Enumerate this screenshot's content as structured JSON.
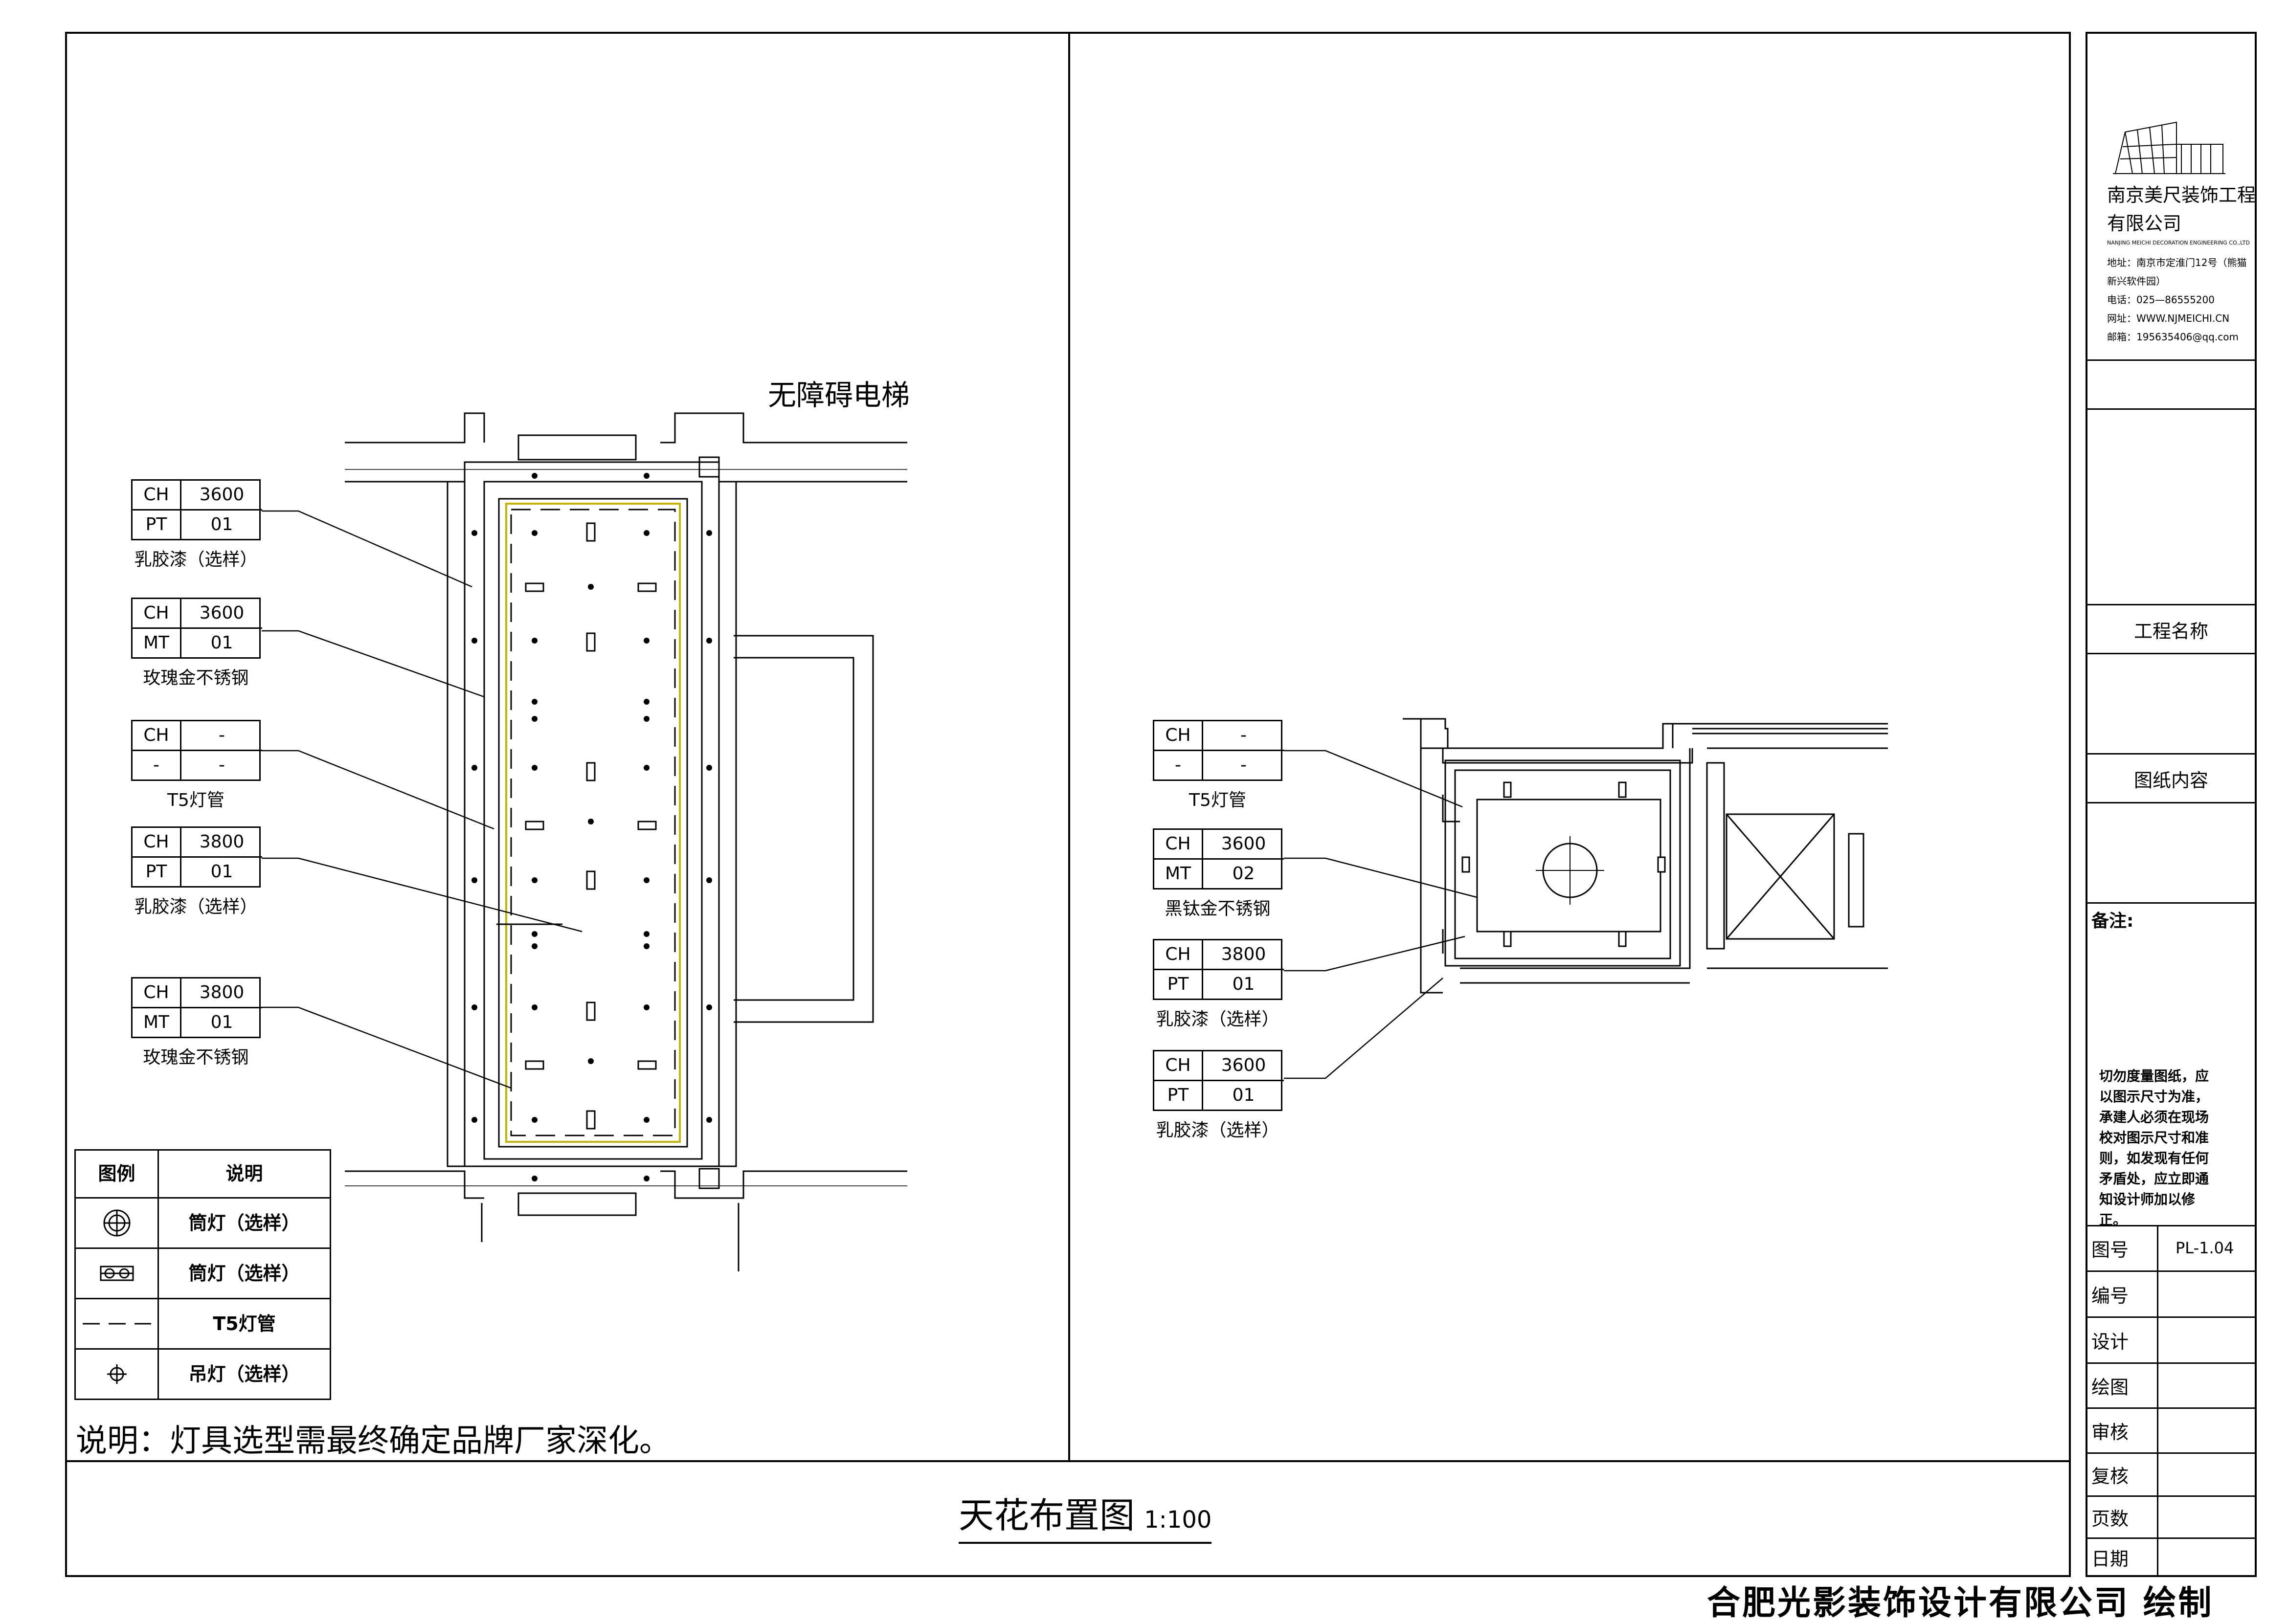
{
  "drawing": {
    "title": "天花布置图",
    "scale": "1:100",
    "note": "说明：灯具选型需最终确定品牌厂家深化。",
    "elevator_label": "无障碍电梯"
  },
  "callouts_left": [
    {
      "r1k": "CH",
      "r1v": "3600",
      "r2k": "PT",
      "r2v": "01",
      "desc": "乳胶漆（选样）"
    },
    {
      "r1k": "CH",
      "r1v": "3600",
      "r2k": "MT",
      "r2v": "01",
      "desc": "玫瑰金不锈钢"
    },
    {
      "r1k": "CH",
      "r1v": "-",
      "r2k": "-",
      "r2v": "-",
      "desc": "T5灯管"
    },
    {
      "r1k": "CH",
      "r1v": "3800",
      "r2k": "PT",
      "r2v": "01",
      "desc": "乳胶漆（选样）"
    },
    {
      "r1k": "CH",
      "r1v": "3800",
      "r2k": "MT",
      "r2v": "01",
      "desc": "玫瑰金不锈钢"
    }
  ],
  "callouts_right": [
    {
      "r1k": "CH",
      "r1v": "-",
      "r2k": "-",
      "r2v": "-",
      "desc": "T5灯管"
    },
    {
      "r1k": "CH",
      "r1v": "3600",
      "r2k": "MT",
      "r2v": "02",
      "desc": "黑钛金不锈钢"
    },
    {
      "r1k": "CH",
      "r1v": "3800",
      "r2k": "PT",
      "r2v": "01",
      "desc": "乳胶漆（选样）"
    },
    {
      "r1k": "CH",
      "r1v": "3600",
      "r2k": "PT",
      "r2v": "01",
      "desc": "乳胶漆（选样）"
    }
  ],
  "legend": {
    "header_symbol": "图例",
    "header_desc": "说明",
    "rows": [
      {
        "icon": "downlight-round-icon",
        "desc": "筒灯（选样）"
      },
      {
        "icon": "downlight-square-icon",
        "desc": "筒灯（选样）"
      },
      {
        "icon": "t5-tube-icon",
        "desc": "T5灯管"
      },
      {
        "icon": "pendant-light-icon",
        "desc": "吊灯（选样）"
      }
    ]
  },
  "title_block": {
    "company_name_line1": "南京美尺装饰工程",
    "company_name_line2": "有限公司",
    "company_en": "NANJING MEICHI DECORATION ENGINEERING CO.,LTD",
    "address": "地址：南京市定淮门12号（熊猫新兴软件园）",
    "phone": "电话：025—86555200",
    "website": "网址：WWW.NJMEICHI.CN",
    "email": "邮箱：195635406@qq.com",
    "project_name_label": "工程名称",
    "drawing_content_label": "图纸内容",
    "remarks_label": "备注:",
    "warning": "切勿度量图纸，应以图示尺寸为准，承建人必须在现场校对图示尺寸和准则，如发现有任何矛盾处，应立即通知设计师加以修正。",
    "drawing_no_label": "图号",
    "drawing_no": "PL-1.04",
    "number_label": "编号",
    "design_label": "设计",
    "draft_label": "绘图",
    "review_label": "审核",
    "recheck_label": "复核",
    "page_label": "页数",
    "date_label": "日期"
  },
  "footer": {
    "credit": "合肥光影装饰设计有限公司 绘制"
  }
}
